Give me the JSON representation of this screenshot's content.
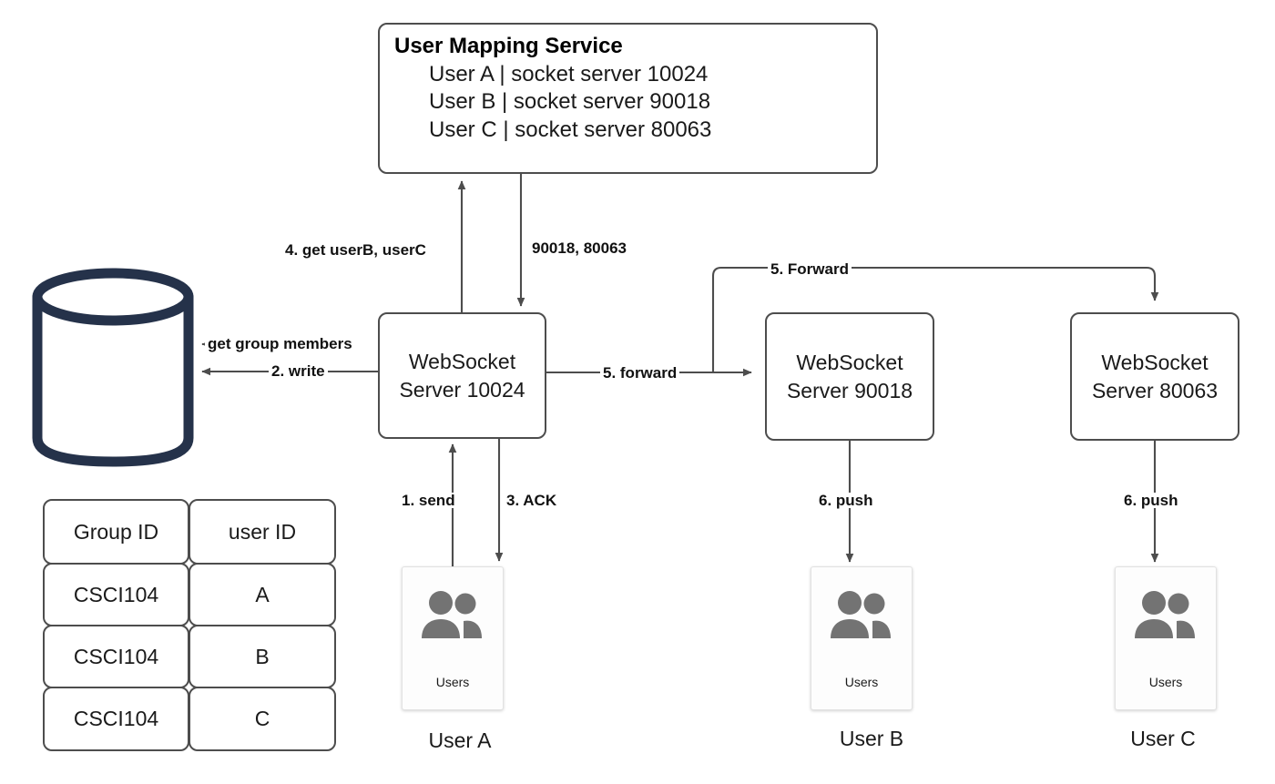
{
  "diagram": {
    "title": "WebSocket group-chat message fan-out architecture",
    "colors": {
      "box_border": "#4d4d4d",
      "database": "#25324a",
      "arrow": "#4d4d4d",
      "user_icon": "#737373",
      "background": "#ffffff"
    }
  },
  "mapping_service": {
    "title": "User Mapping Service",
    "rows": [
      "User A | socket server 10024",
      "User B | socket server 90018",
      "User C | socket server 80063"
    ]
  },
  "database": {
    "icon": "database-cylinder-icon",
    "label": ""
  },
  "group_table": {
    "headers": [
      "Group ID",
      "user ID"
    ],
    "rows": [
      [
        "CSCI104",
        "A"
      ],
      [
        "CSCI104",
        "B"
      ],
      [
        "CSCI104",
        "C"
      ]
    ]
  },
  "servers": [
    {
      "id": "ws-10024",
      "line1": "WebSocket",
      "line2": "Server 10024"
    },
    {
      "id": "ws-90018",
      "line1": "WebSocket",
      "line2": "Server 90018"
    },
    {
      "id": "ws-80063",
      "line1": "WebSocket",
      "line2": "Server 80063"
    }
  ],
  "users": [
    {
      "id": "user-a",
      "card_caption": "Users",
      "label": "User A",
      "icon": "users-icon"
    },
    {
      "id": "user-b",
      "card_caption": "Users",
      "label": "User B",
      "icon": "users-icon"
    },
    {
      "id": "user-c",
      "card_caption": "Users",
      "label": "User C",
      "icon": "users-icon"
    }
  ],
  "edges": [
    {
      "id": "send",
      "label": "1. send"
    },
    {
      "id": "write",
      "label": "2. write"
    },
    {
      "id": "ack",
      "label": "3. ACK"
    },
    {
      "id": "get-group-members",
      "label": "get group members"
    },
    {
      "id": "get-userbc",
      "label": "4. get userB, userC"
    },
    {
      "id": "ports-reply",
      "label": "90018, 80063"
    },
    {
      "id": "forward-lower",
      "label": "5. forward"
    },
    {
      "id": "forward-upper",
      "label": "5. Forward"
    },
    {
      "id": "push-b",
      "label": "6. push"
    },
    {
      "id": "push-c",
      "label": "6. push"
    }
  ]
}
